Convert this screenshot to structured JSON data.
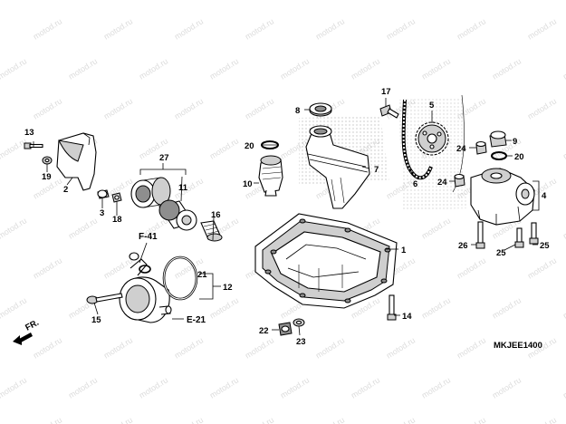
{
  "diagram": {
    "code": "MKJEE1400",
    "watermark": "motod.ru",
    "direction_mark": "FR.",
    "refs": {
      "f41": "F-41",
      "e21": "E-21"
    },
    "callouts": {
      "c1": "1",
      "c2": "2",
      "c3": "3",
      "c4": "4",
      "c5": "5",
      "c6": "6",
      "c7": "7",
      "c8": "8",
      "c9": "9",
      "c10": "10",
      "c11": "11",
      "c12": "12",
      "c13": "13",
      "c14": "14",
      "c15": "15",
      "c16": "16",
      "c17": "17",
      "c18": "18",
      "c19": "19",
      "c20a": "20",
      "c20b": "20",
      "c21": "21",
      "c22": "22",
      "c23": "23",
      "c24a": "24",
      "c24b": "24",
      "c25a": "25",
      "c25b": "25",
      "c26": "26",
      "c27": "27"
    }
  }
}
